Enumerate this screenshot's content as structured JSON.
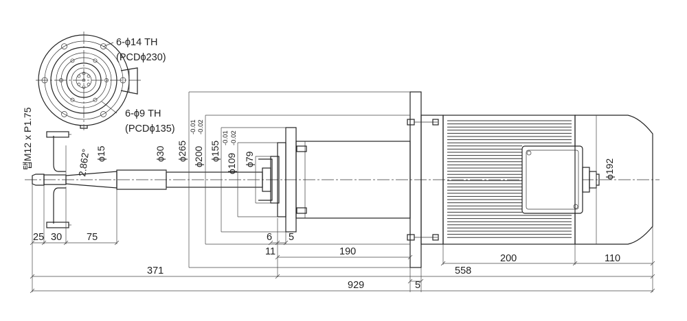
{
  "hole_notes": {
    "outer_holes": "6-ϕ14 TH",
    "outer_pcd": "(PCDϕ230)",
    "inner_holes": "6-ϕ9 TH",
    "inner_pcd": "(PCDϕ135)"
  },
  "shaft_notes": {
    "thread": "탭M12 x P1.75",
    "taper": "2.862°",
    "tip_diameter": "ϕ15"
  },
  "diameters": {
    "d30": "ϕ30",
    "d265": "ϕ265",
    "d200": "ϕ200",
    "d200_tol_upper": "-0.01",
    "d200_tol_lower": "-0.02",
    "d155": "ϕ155",
    "d109": "ϕ109",
    "d109_tol_upper": "-0.01",
    "d109_tol_lower": "-0.02",
    "d79": "ϕ79",
    "d192": "ϕ192"
  },
  "lengths": {
    "l25": "25",
    "l30": "30",
    "l75": "75",
    "l6": "6",
    "l5_top": "5",
    "l11": "11",
    "l190": "190",
    "l200": "200",
    "l110": "110",
    "l371": "371",
    "l558": "558",
    "l929": "929",
    "l5_bottom": "5"
  }
}
